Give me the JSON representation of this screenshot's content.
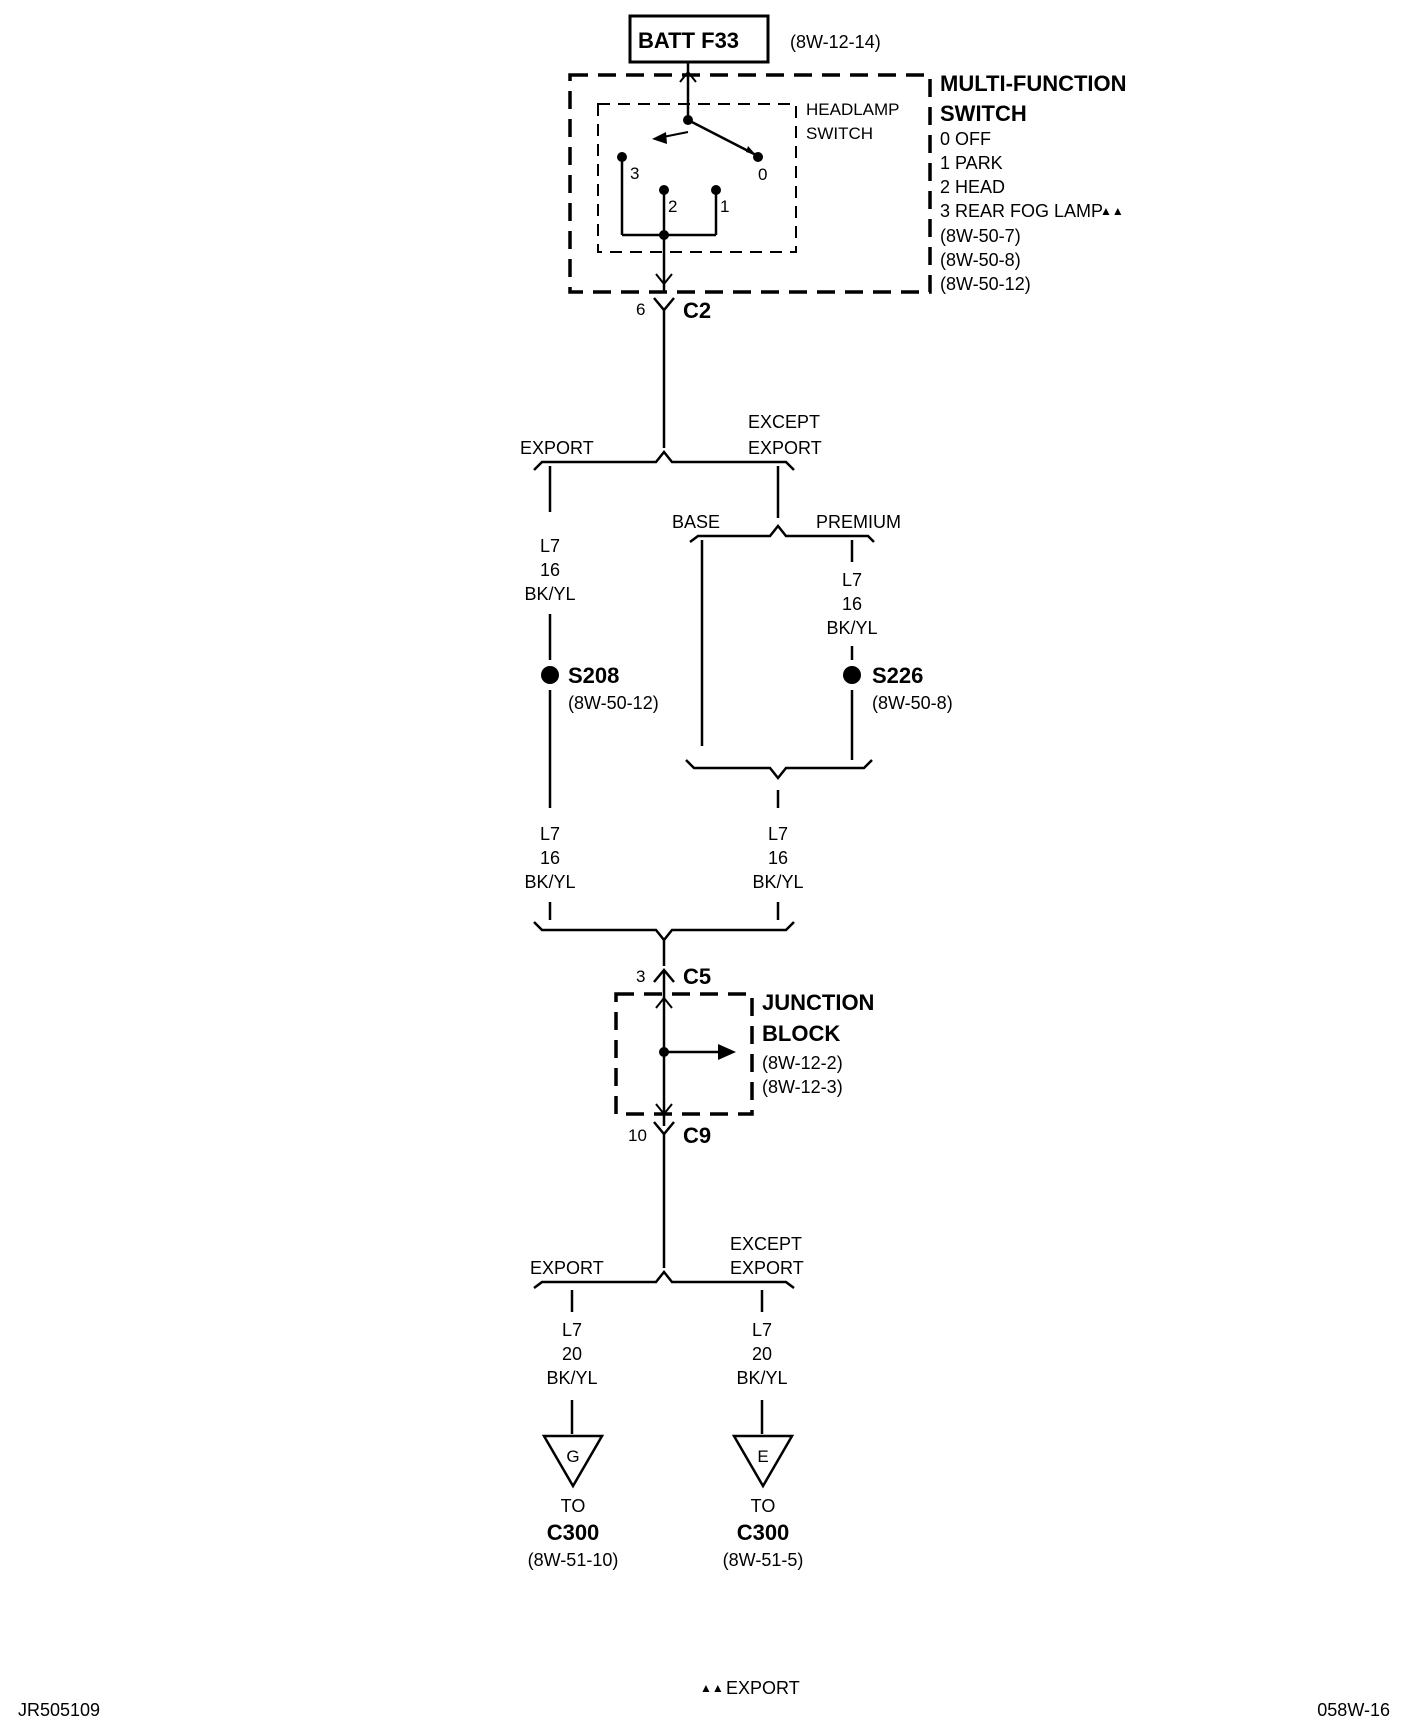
{
  "fuse": {
    "label": "BATT F33",
    "ref": "(8W-12-14)"
  },
  "mfs": {
    "title1": "MULTI-FUNCTION",
    "title2": "SWITCH",
    "positions": [
      "0 OFF",
      "1 PARK",
      "2 HEAD",
      "3 REAR FOG LAMP"
    ],
    "fog_mark": "▲▲",
    "refs": [
      "(8W-50-7)",
      "(8W-50-8)",
      "(8W-50-12)"
    ],
    "sub_title1": "HEADLAMP",
    "sub_title2": "SWITCH",
    "terminals": [
      "3",
      "2",
      "1",
      "0"
    ]
  },
  "c2": {
    "pin": "6",
    "name": "C2"
  },
  "split1": {
    "left": "EXPORT",
    "right1": "EXCEPT",
    "right2": "EXPORT"
  },
  "split2": {
    "left": "BASE",
    "right": "PREMIUM"
  },
  "wire_a": {
    "circuit": "L7",
    "gauge": "16",
    "color": "BK/YL"
  },
  "wire_b": {
    "circuit": "L7",
    "gauge": "16",
    "color": "BK/YL"
  },
  "s208": {
    "name": "S208",
    "ref": "(8W-50-12)"
  },
  "s226": {
    "name": "S226",
    "ref": "(8W-50-8)"
  },
  "wire_c": {
    "circuit": "L7",
    "gauge": "16",
    "color": "BK/YL"
  },
  "wire_d": {
    "circuit": "L7",
    "gauge": "16",
    "color": "BK/YL"
  },
  "c5": {
    "pin": "3",
    "name": "C5"
  },
  "jb": {
    "title1": "JUNCTION",
    "title2": "BLOCK",
    "ref1": "(8W-12-2)",
    "ref2": "(8W-12-3)"
  },
  "c9": {
    "pin": "10",
    "name": "C9"
  },
  "split3": {
    "left": "EXPORT",
    "right1": "EXCEPT",
    "right2": "EXPORT"
  },
  "wire_e": {
    "circuit": "L7",
    "gauge": "20",
    "color": "BK/YL"
  },
  "wire_f": {
    "circuit": "L7",
    "gauge": "20",
    "color": "BK/YL"
  },
  "conn_g": {
    "letter": "G",
    "to": "TO",
    "name": "C300",
    "ref": "(8W-51-10)"
  },
  "conn_e": {
    "letter": "E",
    "to": "TO",
    "name": "C300",
    "ref": "(8W-51-5)"
  },
  "footer": {
    "left": "JR505109",
    "center_mark": "▲▲",
    "center": "EXPORT",
    "right": "058W-16"
  }
}
